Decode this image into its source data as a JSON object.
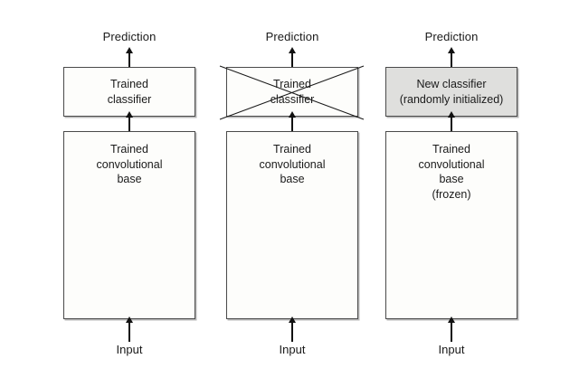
{
  "figure": {
    "type": "diagram",
    "background_color": "#ffffff",
    "box_border_color": "#4a4a4a",
    "box_fill_color": "#fdfdfb",
    "shaded_box_fill_color": "#dfdfdd",
    "arrow_color": "#111111"
  },
  "panels": [
    {
      "id": "panel-original",
      "top_label": "Prediction",
      "classifier_box": {
        "text": "Trained\nclassifier",
        "shaded": false,
        "crossed_out": false
      },
      "base_box": {
        "text": "Trained\nconvolutional\nbase"
      },
      "bottom_label": "Input"
    },
    {
      "id": "panel-discard-classifier",
      "top_label": "Prediction",
      "classifier_box": {
        "text": "Trained\nclassifier",
        "shaded": false,
        "crossed_out": true
      },
      "base_box": {
        "text": "Trained\nconvolutional\nbase"
      },
      "bottom_label": "Input"
    },
    {
      "id": "panel-new-classifier",
      "top_label": "Prediction",
      "classifier_box": {
        "text": "New classifier\n(randomly initialized)",
        "shaded": true,
        "crossed_out": false
      },
      "base_box": {
        "text": "Trained\nconvolutional\nbase\n(frozen)"
      },
      "bottom_label": "Input"
    }
  ]
}
